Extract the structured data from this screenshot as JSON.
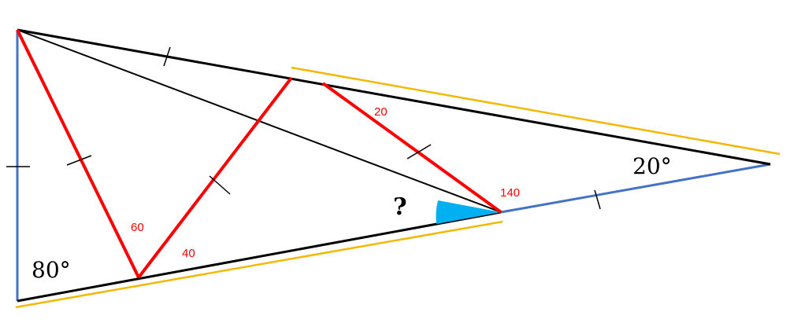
{
  "diagram": {
    "angle_labels": {
      "left_bottom": "80°",
      "right_apex": "20°",
      "question": "?"
    },
    "value_labels": {
      "sixty": "60",
      "forty": "40",
      "twenty": "20",
      "one_forty": "140"
    },
    "colors": {
      "black_line": "#000000",
      "blue_line": "#4472c4",
      "red_line": "#ff0000",
      "yellow_line": "#f5b800",
      "angle_fill": "#00b0f0",
      "red_text": "#ff0000",
      "dark_text": "#000000"
    }
  }
}
